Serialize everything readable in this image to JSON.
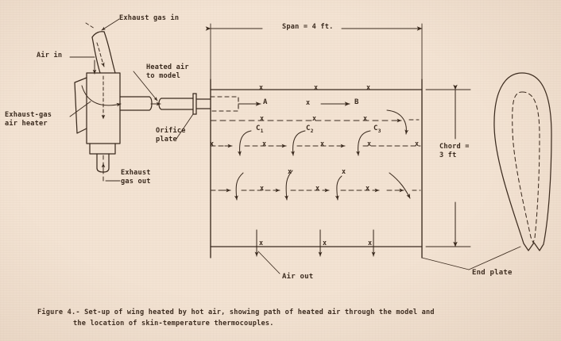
{
  "figure": {
    "number": "Figure 4",
    "caption_line1": "Figure 4.- Set-up of wing heated by hot air, showing path of heated air through the model and",
    "caption_line2": "the location of skin-temperature thermocouples."
  },
  "colors": {
    "paper": "#f3e3d3",
    "ink": "#3a2a1e",
    "ink_light": "#4a362a"
  },
  "labels": {
    "exhaust_gas_in": "Exhaust gas in",
    "air_in": "Air in",
    "heated_air_to_model": "Heated air\nto model",
    "exhaust_gas_air_heater": "Exhaust-gas\nair heater",
    "exhaust_gas_out": "Exhaust\ngas out",
    "orifice_plate": "Orifice\nplate",
    "span": "Span = 4 ft.",
    "chord": "Chord =\n3 ft",
    "air_out": "Air out",
    "end_plate": "End plate",
    "station_a": "A",
    "station_b": "B",
    "station_c1": "C",
    "station_c1_sub": "1",
    "station_c2": "C",
    "station_c2_sub": "2",
    "station_c3": "C",
    "station_c3_sub": "3",
    "thermocouple_mark": "x"
  },
  "dimensions": {
    "span_value": "4",
    "span_unit": "ft.",
    "chord_value": "3",
    "chord_unit": "ft"
  },
  "thermocouples": {
    "leading_edge_count": 3,
    "row_c_count": 3,
    "mid_row_count": 3,
    "trailing_edge_count": 3
  }
}
